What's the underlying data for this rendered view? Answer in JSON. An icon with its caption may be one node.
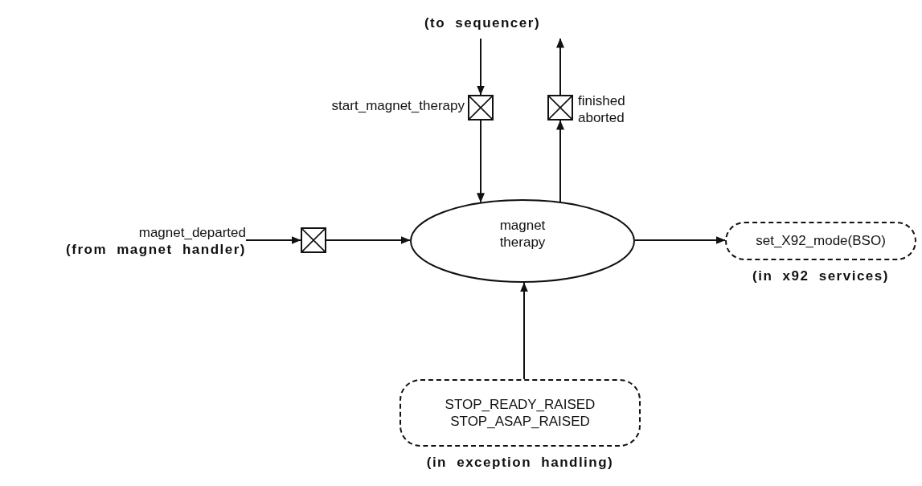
{
  "diagram": {
    "nodes": [
      {
        "text": [
          "(to sequencer)"
        ]
      },
      {
        "text": [],
        "shape": "box",
        "beside": [
          "start_magnet_therapy"
        ]
      },
      {
        "text": [],
        "shape": "box",
        "beside": [
          "finished aborted"
        ]
      },
      {
        "text": [
          "magnet_departed",
          "(from magnet handler)"
        ]
      },
      {
        "text": [],
        "shape": "box"
      },
      {
        "text": [
          "magnet therapy"
        ]
      },
      {
        "text": [
          "set_X92_mode(BSO)"
        ],
        "beside": [
          "(in x92 services)"
        ]
      },
      {
        "text": [
          "STOP_READY_RAISED STOP_ASAP_RAISED"
        ],
        "beside": [
          "(in exception handling)"
        ]
      }
    ],
    "edges": [
      {
        "from": 0,
        "to": 1,
        "arrow": "to"
      },
      {
        "from": 1,
        "to": 5,
        "arrow": "to"
      },
      {
        "from": 5,
        "to": 2,
        "arrow": "to"
      },
      {
        "from": 2,
        "to": 0,
        "arrow": "to"
      },
      {
        "from": 3,
        "to": 4,
        "arrow": "to"
      },
      {
        "from": 4,
        "to": 5,
        "arrow": "to"
      },
      {
        "from": 5,
        "to": 6,
        "arrow": "to"
      },
      {
        "from": 7,
        "to": 5,
        "arrow": "to"
      }
    ]
  }
}
